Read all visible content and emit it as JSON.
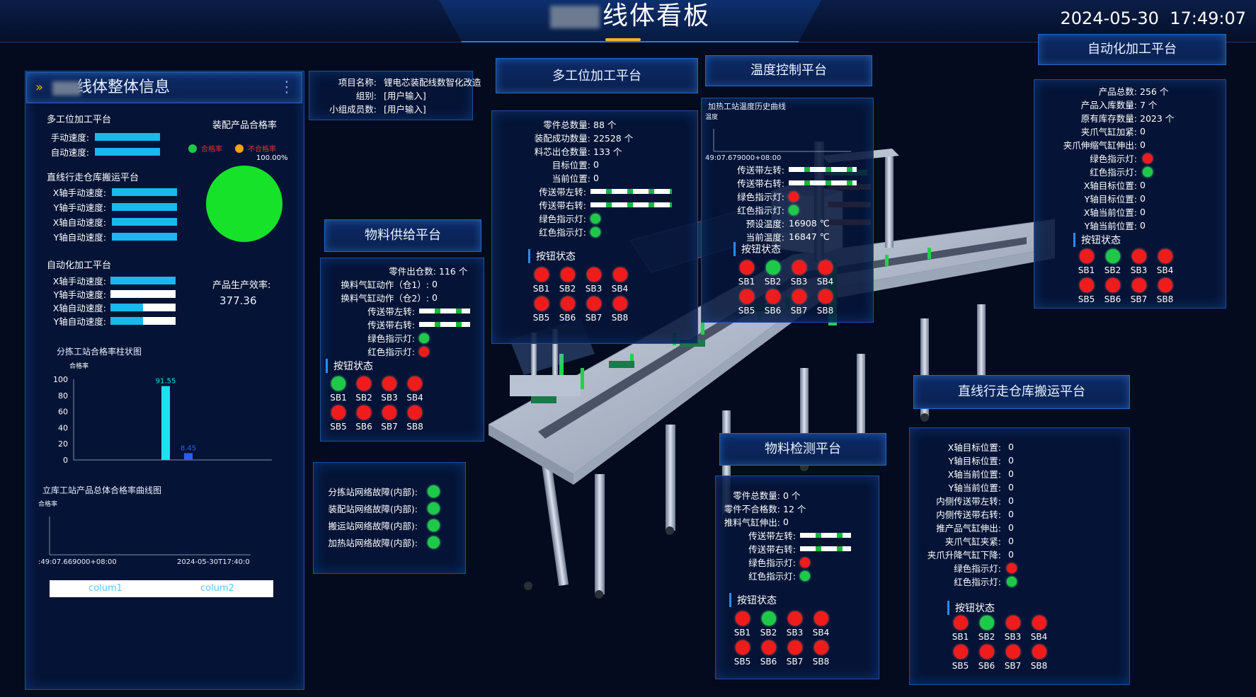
{
  "header": {
    "title": "线体看板",
    "date": "2024-05-30",
    "time": "17:49:07"
  },
  "left": {
    "title": "线体整体信息",
    "s1_title": "多工位加工平台",
    "s1_rows": [
      "手动速度:",
      "自动速度:"
    ],
    "pie_title": "装配产品合格率",
    "legend_pass": "合格率",
    "legend_fail": "不合格率",
    "pie_label": "100.00%",
    "s2_title": "直线行走仓库搬运平台",
    "s2_rows": [
      "X轴手动速度:",
      "Y轴手动速度:",
      "X轴自动速度:",
      "Y轴自动速度:"
    ],
    "s3_title": "自动化加工平台",
    "s3_rows": [
      "X轴手动速度:",
      "Y轴手动速度:",
      "X轴自动速度:",
      "Y轴自动速度:"
    ],
    "eff_label": "产品生产效率:",
    "eff_value": "377.36",
    "bar_title": "分拣工站合格率柱状图",
    "line_title": "立库工站产品总体合格率曲线图",
    "line_ylabel": "合格率",
    "line_x0": ":49:07.669000+08:00",
    "line_x1": "2024-05-30T17:40:0",
    "table_cols": [
      "colum1",
      "colum2"
    ]
  },
  "chart_data": {
    "type": "bar",
    "title": "分拣工站合格率柱状图",
    "ylabel": "合格率",
    "categories": [
      "",
      ""
    ],
    "values": [
      91.55,
      8.45
    ],
    "data_labels": [
      "91.55",
      "8.45"
    ],
    "ylim": [
      0,
      100
    ],
    "yticks": [
      "0",
      "20",
      "40",
      "60",
      "80",
      "100"
    ],
    "colors": [
      "#19e2ee",
      "#2a5cf0"
    ]
  },
  "project": {
    "name_k": "项目名称:",
    "name_v": "锂电芯装配线数智化改造",
    "group_k": "组别:",
    "group_v": "[用户输入]",
    "member_k": "小组成员数:",
    "member_v": "[用户输入]"
  },
  "multi": {
    "title": "多工位加工平台",
    "rows": [
      [
        "零件总数量:",
        "88 个"
      ],
      [
        "装配成功数量:",
        "22528 个"
      ],
      [
        "料芯出仓数量:",
        "133 个"
      ],
      [
        "目标位置:",
        "0"
      ],
      [
        "当前位置:",
        "0"
      ]
    ],
    "belt_l": "传送带左转:",
    "belt_r": "传送带右转:",
    "green_k": "绿色指示灯:",
    "red_k": "红色指示灯:",
    "btn_title": "按钮状态"
  },
  "temp": {
    "title": "温度控制平台",
    "chart_title": "加热工站温度历史曲线",
    "ylabel": "温度",
    "x0": "49:07.679000+08:00",
    "belt_l": "传送带左转:",
    "belt_r": "传送带右转:",
    "green_k": "绿色指示灯:",
    "red_k": "红色指示灯:",
    "preset_k": "预设温度:",
    "preset_v": "16908 ℃",
    "current_k": "当前温度:",
    "current_v": "16847 ℃",
    "btn_title": "按钮状态"
  },
  "auto": {
    "title": "自动化加工平台",
    "rows": [
      [
        "产品总数:",
        "256 个"
      ],
      [
        "产品入库数量:",
        "7 个"
      ],
      [
        "原有库存数量:",
        "2023 个"
      ],
      [
        "夹爪气缸加紧:",
        "0"
      ],
      [
        "夹爪伸缩气缸伸出:",
        "0"
      ]
    ],
    "green_k": "绿色指示灯:",
    "red_k": "红色指示灯:",
    "rows2": [
      [
        "X轴目标位置:",
        "0"
      ],
      [
        "Y轴目标位置:",
        "0"
      ],
      [
        "X轴当前位置:",
        "0"
      ],
      [
        "Y轴当前位置:",
        "0"
      ]
    ],
    "btn_title": "按钮状态"
  },
  "supply": {
    "title": "物料供给平台",
    "rows": [
      [
        "零件出仓数:",
        "116 个"
      ],
      [
        "换料气缸动作（仓1）:",
        "0"
      ],
      [
        "换料气缸动作（仓2）:",
        "0"
      ]
    ],
    "belt_l": "传送带左转:",
    "belt_r": "传送带右转:",
    "green_k": "绿色指示灯:",
    "red_k": "红色指示灯:",
    "btn_title": "按钮状态"
  },
  "network": {
    "rows": [
      "分拣站网络故障(内部):",
      "装配站网络故障(内部):",
      "搬运站网络故障(内部):",
      "加热站网络故障(内部):"
    ]
  },
  "detect": {
    "title": "物料检测平台",
    "rows": [
      [
        "零件总数量:",
        "0 个"
      ],
      [
        "零件不合格数:",
        "12 个"
      ],
      [
        "推料气缸伸出:",
        "0"
      ]
    ],
    "belt_l": "传送带左转:",
    "belt_r": "传送带右转:",
    "green_k": "绿色指示灯:",
    "red_k": "红色指示灯:",
    "btn_title": "按钮状态"
  },
  "linear": {
    "title": "直线行走仓库搬运平台",
    "rows": [
      [
        "X轴目标位置:",
        "0"
      ],
      [
        "Y轴目标位置:",
        "0"
      ],
      [
        "X轴当前位置:",
        "0"
      ],
      [
        "Y轴当前位置:",
        "0"
      ],
      [
        "内侧传送带左转:",
        "0"
      ],
      [
        "内侧传送带右转:",
        "0"
      ],
      [
        "推产品气缸伸出:",
        "0"
      ],
      [
        "夹爪气缸夹紧:",
        "0"
      ],
      [
        "夹爪升降气缸下降:",
        "0"
      ]
    ],
    "green_k": "绿色指示灯:",
    "red_k": "红色指示灯:",
    "btn_title": "按钮状态"
  },
  "buttons": [
    "SB1",
    "SB2",
    "SB3",
    "SB4",
    "SB5",
    "SB6",
    "SB7",
    "SB8"
  ],
  "colors": {
    "on": "#1ec94a",
    "off": "#f01c1c",
    "accent": "#1ab8ef"
  }
}
